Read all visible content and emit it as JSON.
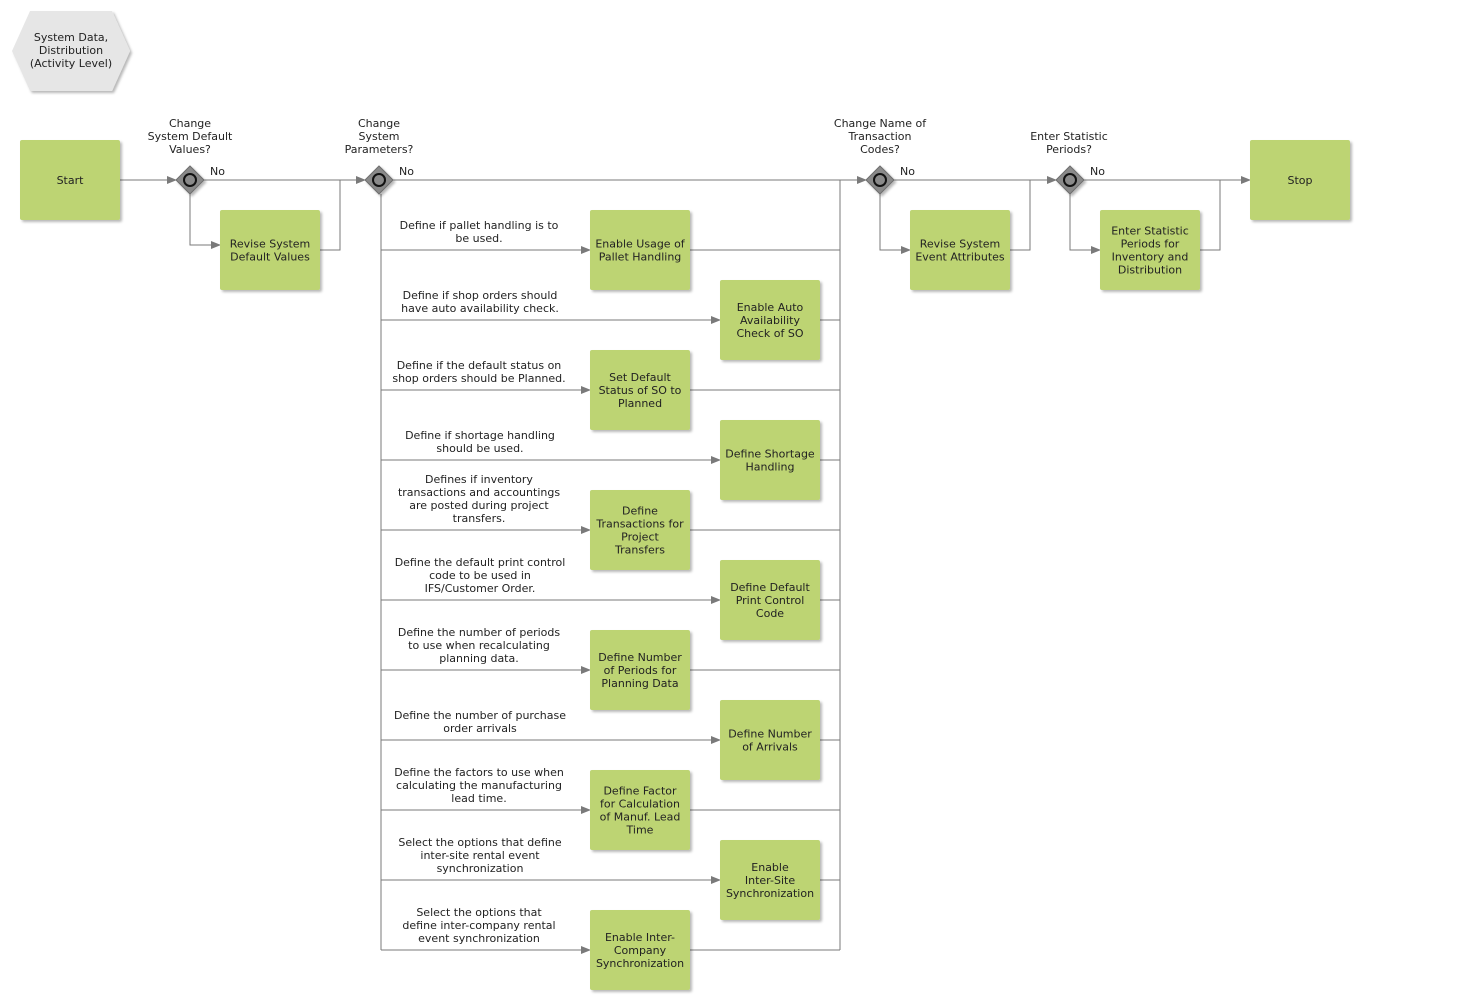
{
  "diagram": {
    "header": {
      "lines": [
        "System Data,",
        "Distribution",
        "(Activity Level)"
      ]
    },
    "colors": {
      "activity_fill": "#bdd473",
      "header_fill": "#e6e6e6",
      "gateway_fill": "#8a8a8a",
      "line": "#7a7a7a"
    },
    "start": {
      "label": "Start"
    },
    "stop": {
      "label": "Stop"
    },
    "gateways": [
      {
        "question_lines": [
          "Change",
          "System Default",
          "Values?"
        ],
        "no_label": "No",
        "activity_lines": [
          "Revise System",
          "Default Values"
        ]
      },
      {
        "question_lines": [
          "Change",
          "System",
          "Parameters?"
        ],
        "no_label": "No"
      },
      {
        "question_lines": [
          "Change Name of",
          "Transaction",
          "Codes?"
        ],
        "no_label": "No",
        "activity_lines": [
          "Revise System",
          "Event Attributes"
        ]
      },
      {
        "question_lines": [
          "Enter Statistic",
          "Periods?"
        ],
        "no_label": "No",
        "activity_lines": [
          "Enter Statistic",
          "Periods for",
          "Inventory and",
          "Distribution"
        ]
      }
    ],
    "branches": [
      {
        "desc_lines": [
          "Define if pallet handling is to",
          "be used."
        ],
        "activity_lines": [
          "Enable Usage of",
          "Pallet Handling"
        ]
      },
      {
        "desc_lines": [
          "Define if shop orders should",
          "have auto availability check."
        ],
        "activity_lines": [
          "Enable Auto",
          "Availability",
          "Check of SO"
        ]
      },
      {
        "desc_lines": [
          "Define if the default status on",
          "shop orders should be Planned."
        ],
        "activity_lines": [
          "Set Default",
          "Status of SO to",
          "Planned"
        ]
      },
      {
        "desc_lines": [
          "Define if shortage handling",
          "should be used."
        ],
        "activity_lines": [
          "Define Shortage",
          "Handling"
        ]
      },
      {
        "desc_lines": [
          "Defines if inventory",
          "transactions and accountings",
          "are posted during project",
          "transfers."
        ],
        "activity_lines": [
          "Define",
          "Transactions for",
          "Project",
          "Transfers"
        ]
      },
      {
        "desc_lines": [
          "Define the default print control",
          "code to be used in",
          "IFS/Customer Order."
        ],
        "activity_lines": [
          "Define Default",
          "Print Control",
          "Code"
        ]
      },
      {
        "desc_lines": [
          "Define the number of periods",
          "to use when recalculating",
          "planning data."
        ],
        "activity_lines": [
          "Define Number",
          "of Periods for",
          "Planning Data"
        ]
      },
      {
        "desc_lines": [
          "Define the number of purchase",
          "order arrivals"
        ],
        "activity_lines": [
          "Define Number",
          "of Arrivals"
        ]
      },
      {
        "desc_lines": [
          "Define the factors to use when",
          "calculating the manufacturing",
          "lead time."
        ],
        "activity_lines": [
          "Define Factor",
          "for Calculation",
          "of Manuf. Lead",
          "Time"
        ]
      },
      {
        "desc_lines": [
          "Select the options that define",
          "inter-site rental event",
          "synchronization"
        ],
        "activity_lines": [
          "Enable",
          "Inter-Site",
          "Synchronization"
        ]
      },
      {
        "desc_lines": [
          "Select the options that",
          "define inter-company rental",
          "event synchronization"
        ],
        "activity_lines": [
          "Enable Inter-",
          "Company",
          "Synchronization"
        ]
      }
    ]
  }
}
